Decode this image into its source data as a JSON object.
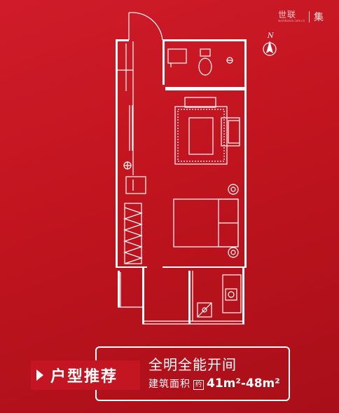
{
  "brand": {
    "name": "世联",
    "subtitle": "worldunion.com.cn",
    "mark": "集"
  },
  "compass": {
    "letter": "N"
  },
  "promo": {
    "tag": "户型推荐",
    "headline": "全明全能开间",
    "area_label": "建筑面积",
    "area_approx": "约",
    "area_value": "41m²-48m²"
  },
  "colors": {
    "background": "#c8161f",
    "line": "#ffffff",
    "accent": "#f3c9cc"
  },
  "icons": [
    "compass-icon",
    "door-swing-icon",
    "toilet-icon",
    "sofa-icon",
    "bed-icon",
    "wardrobe-icon",
    "stove-icon",
    "sink-icon"
  ]
}
